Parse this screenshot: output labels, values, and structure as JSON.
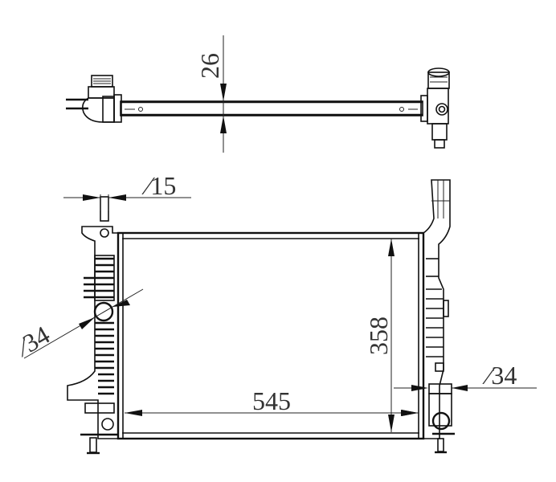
{
  "drawing": {
    "subject": "radiator",
    "views": [
      "top-view",
      "front-view"
    ],
    "line_color": "#111111",
    "text_color": "#333333"
  },
  "dimensions": {
    "core_thickness": "26",
    "inlet_pipe_diameter": "∕15",
    "left_outlet_diameter": "∕34",
    "core_height": "358",
    "core_width": "545",
    "right_outlet_diameter": "∕34"
  }
}
